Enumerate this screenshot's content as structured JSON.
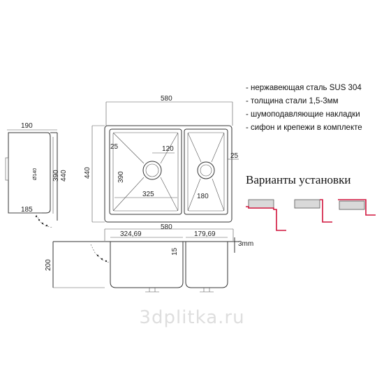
{
  "specs": [
    "- нержавеющая сталь SUS 304",
    "- толщина стали 1,5-3мм",
    "- шумоподавляющие накладки",
    "- сифон и крепежи в комплекте"
  ],
  "install_heading": "Варианты установки",
  "watermark": "3dplitka.ru",
  "top_view": {
    "overall_width": "580",
    "overall_depth": "440",
    "margin_left": "25",
    "margin_right": "25",
    "drain_main": "120",
    "bowl_main_depth": "390",
    "bowl_main_width": "325",
    "bowl_small_width": "180"
  },
  "side_view": {
    "width": "190",
    "depth_inner": "390",
    "depth_outer": "440",
    "bottom": "185"
  },
  "front_view": {
    "overall_width": "580",
    "bowl_main_width": "324,69",
    "bowl_small_width": "179,69",
    "height": "200",
    "rim": "15",
    "thickness": "3mm"
  },
  "colors": {
    "line": "#333333",
    "accent": "#d0143c",
    "hatch": "#d9d9d9"
  }
}
